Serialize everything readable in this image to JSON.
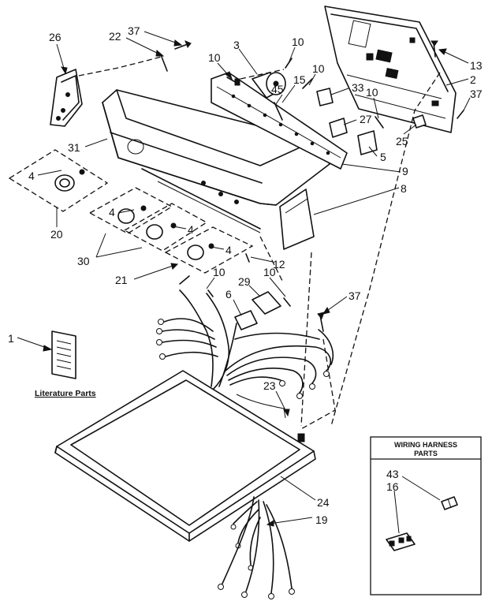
{
  "callouts": [
    {
      "id": "c37a",
      "text": "37"
    },
    {
      "id": "c22",
      "text": "22"
    },
    {
      "id": "c26",
      "text": "26"
    },
    {
      "id": "c3",
      "text": "3"
    },
    {
      "id": "c10a",
      "text": "10"
    },
    {
      "id": "c10b",
      "text": "10"
    },
    {
      "id": "c15",
      "text": "15"
    },
    {
      "id": "c45",
      "text": "45"
    },
    {
      "id": "c10c",
      "text": "10"
    },
    {
      "id": "c33",
      "text": "33"
    },
    {
      "id": "c13",
      "text": "13"
    },
    {
      "id": "c2",
      "text": "2"
    },
    {
      "id": "c37b",
      "text": "37"
    },
    {
      "id": "c10d",
      "text": "10"
    },
    {
      "id": "c27",
      "text": "27"
    },
    {
      "id": "c25",
      "text": "25"
    },
    {
      "id": "c5",
      "text": "5"
    },
    {
      "id": "c9",
      "text": "9"
    },
    {
      "id": "c8",
      "text": "8"
    },
    {
      "id": "c31",
      "text": "31"
    },
    {
      "id": "c4a",
      "text": "4"
    },
    {
      "id": "c20",
      "text": "20"
    },
    {
      "id": "c4b",
      "text": "4"
    },
    {
      "id": "c4c",
      "text": "4"
    },
    {
      "id": "c4d",
      "text": "4"
    },
    {
      "id": "c30",
      "text": "30"
    },
    {
      "id": "c12",
      "text": "12"
    },
    {
      "id": "c21",
      "text": "21"
    },
    {
      "id": "c10e",
      "text": "10"
    },
    {
      "id": "c29",
      "text": "29"
    },
    {
      "id": "c10f",
      "text": "10"
    },
    {
      "id": "c6",
      "text": "6"
    },
    {
      "id": "c37c",
      "text": "37"
    },
    {
      "id": "c1",
      "text": "1"
    },
    {
      "id": "c23",
      "text": "23"
    },
    {
      "id": "c24",
      "text": "24"
    },
    {
      "id": "c19",
      "text": "19"
    },
    {
      "id": "c43",
      "text": "43"
    },
    {
      "id": "c16",
      "text": "16"
    }
  ],
  "literature_label": "Literature Parts",
  "inset": {
    "title_line1": "WIRING HARNESS",
    "title_line2": "PARTS"
  }
}
